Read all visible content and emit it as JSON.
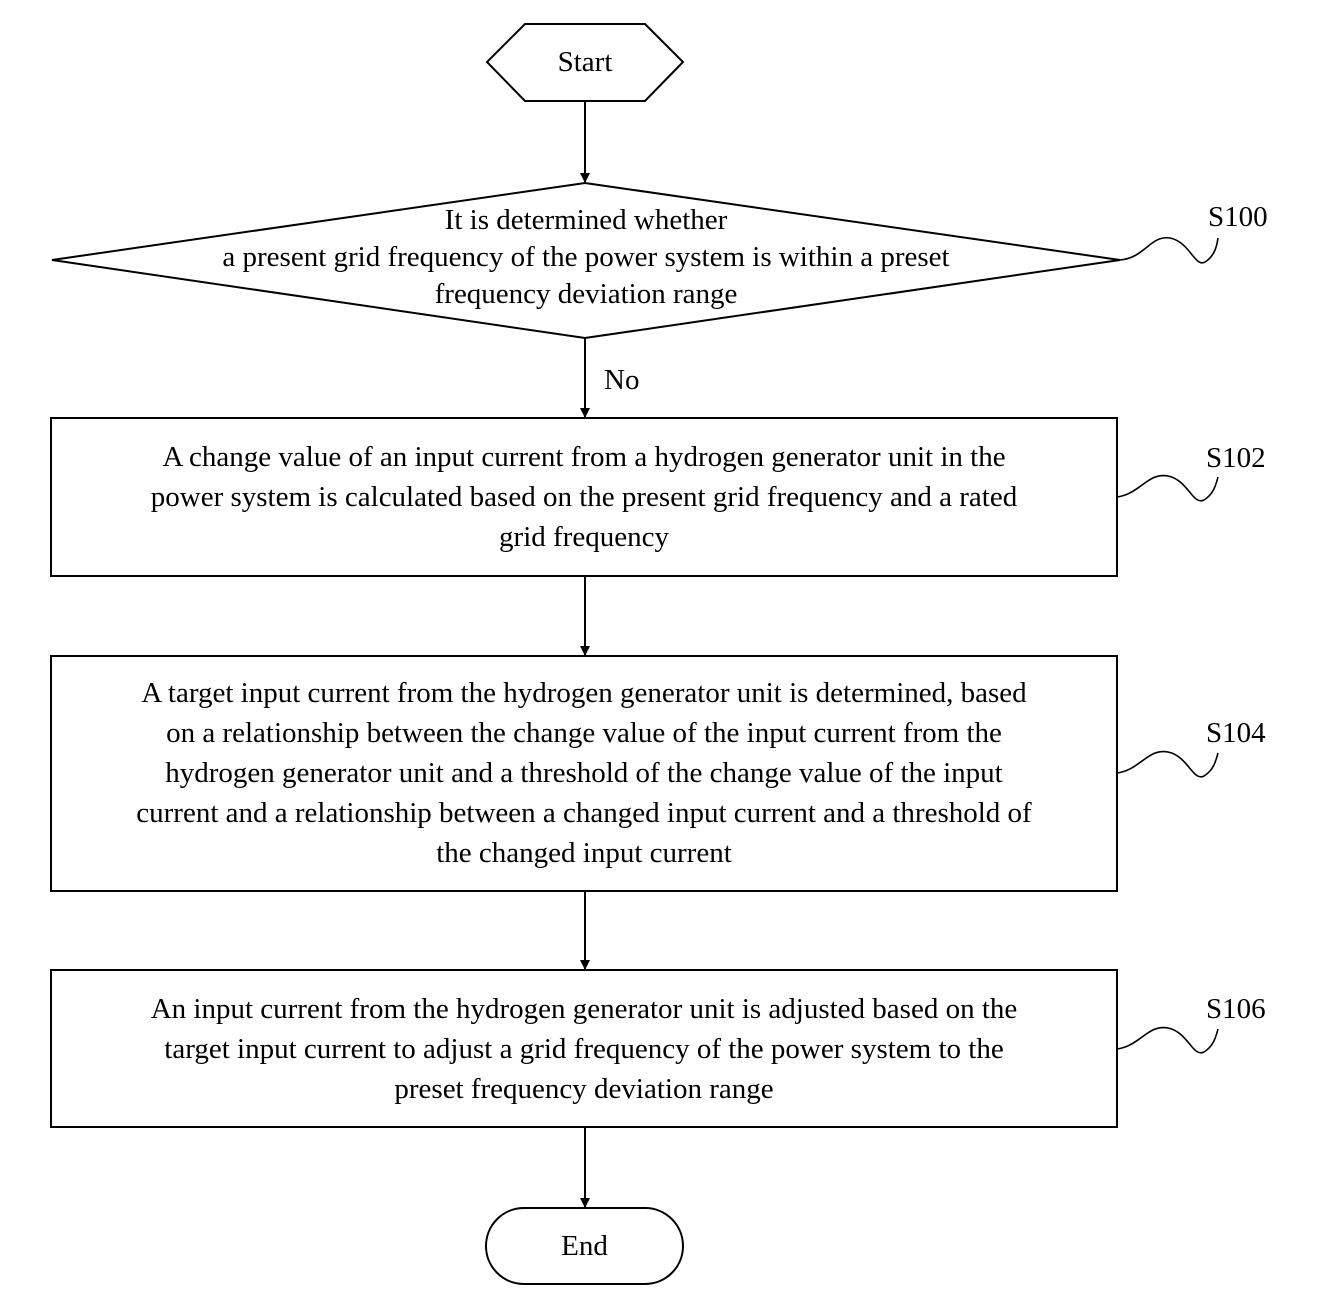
{
  "diagram": {
    "line_color": "#000000",
    "background": "#ffffff",
    "start": {
      "label": "Start"
    },
    "decision": {
      "step": "S100",
      "lines": [
        "It is determined whether",
        "a present grid frequency of the power system is within a preset",
        "frequency deviation range"
      ],
      "no_label": "No"
    },
    "steps": [
      {
        "step": "S102",
        "lines": [
          "A change value of an input current from a hydrogen generator unit in the",
          "power system is calculated based on the present grid frequency and a rated",
          "grid frequency"
        ]
      },
      {
        "step": "S104",
        "lines": [
          "A target input current from the hydrogen generator unit is determined, based",
          "on a relationship between the change value of the input current from the",
          "hydrogen generator unit and a threshold of the change value of the input",
          "current and a relationship between a changed input current and a threshold of",
          "the changed input current"
        ]
      },
      {
        "step": "S106",
        "lines": [
          "An input current from the hydrogen generator unit is adjusted based on the",
          "target input current to adjust a grid frequency of the power system to the",
          "preset frequency deviation range"
        ]
      }
    ],
    "end": {
      "label": "End"
    }
  }
}
